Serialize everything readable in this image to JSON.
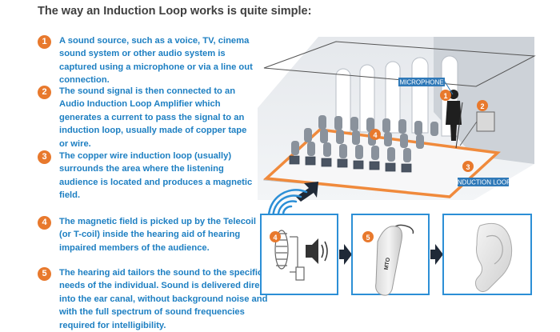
{
  "heading": "The way an Induction Loop works is quite simple:",
  "steps": [
    {
      "num": "1",
      "text": "A sound source, such as a voice, TV, cinema sound system or other audio system is captured using a microphone or via a line out connection."
    },
    {
      "num": "2",
      "text": "The sound signal is then connected to an Audio Induction Loop Amplifier which generates a current to pass the signal to an induction loop, usually made of copper tape or wire."
    },
    {
      "num": "3",
      "text": "The copper wire induction loop (usually) surrounds the area where the listening audience is located and produces a magnetic field."
    },
    {
      "num": "4",
      "text": "The magnetic field is picked up by the Telecoil (or T-coil) inside the hearing aid of hearing impaired members of the audience."
    },
    {
      "num": "5",
      "text": "The hearing aid tailors the sound to the specific needs of the individual. Sound is delivered directly into the ear canal, without background noise and with the full spectrum of sound frequencies required for intelligibility."
    }
  ],
  "diagram": {
    "microphone_label": "MICROPHONE",
    "loop_label": "INDUCTION LOOP",
    "device_label": "MTO",
    "badges": [
      "1",
      "2",
      "3",
      "4",
      "4",
      "5"
    ]
  },
  "colors": {
    "accent": "#e8792d",
    "text_blue": "#1d7fc2",
    "loop_orange": "#f08a3c",
    "label_blue": "#2f79b8"
  }
}
